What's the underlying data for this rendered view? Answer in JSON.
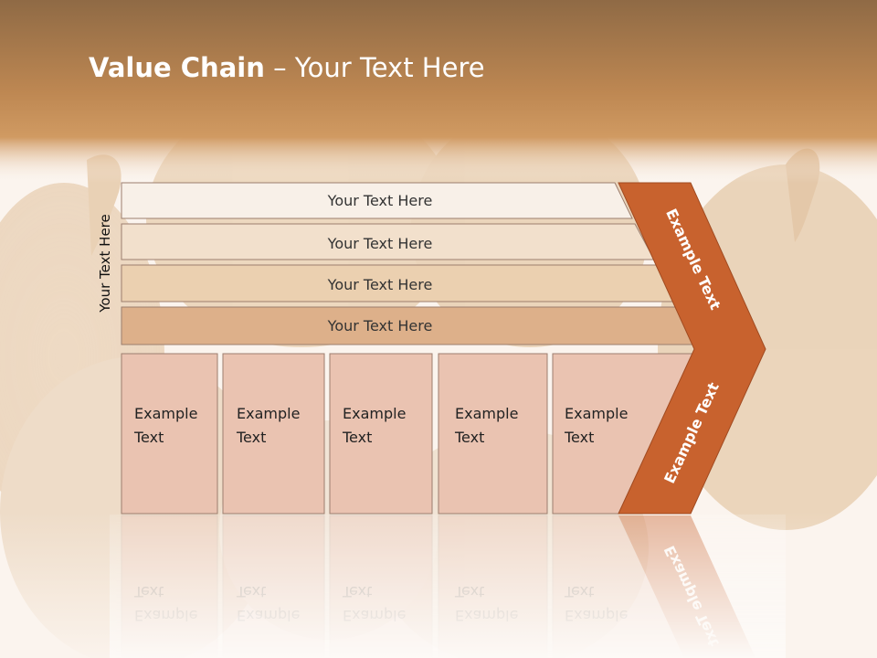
{
  "slide": {
    "title_bold": "Value Chain",
    "title_rest": " – Your Text Here",
    "side_label": "Your Text Here"
  },
  "rows": [
    {
      "label": "Your Text Here",
      "color": "#f8f0e8"
    },
    {
      "label": "Your Text Here",
      "color": "#f2e0cc"
    },
    {
      "label": "Your Text Here",
      "color": "#ebd0b0"
    },
    {
      "label": "Your Text Here",
      "color": "#ddb08a"
    }
  ],
  "boxes": [
    {
      "line1": "Example",
      "line2": "Text"
    },
    {
      "line1": "Example",
      "line2": "Text"
    },
    {
      "line1": "Example",
      "line2": "Text"
    },
    {
      "line1": "Example",
      "line2": "Text"
    },
    {
      "line1": "Example",
      "line2": "Text"
    }
  ],
  "chevron": {
    "upper_label": "Example Text",
    "lower_label": "Example Text",
    "color": "#c8622e"
  },
  "colors": {
    "header_top": "#8f6a45",
    "header_mid": "#c48a55",
    "box_fill": "#eac3b1",
    "box_stroke": "#9c7e6e"
  }
}
